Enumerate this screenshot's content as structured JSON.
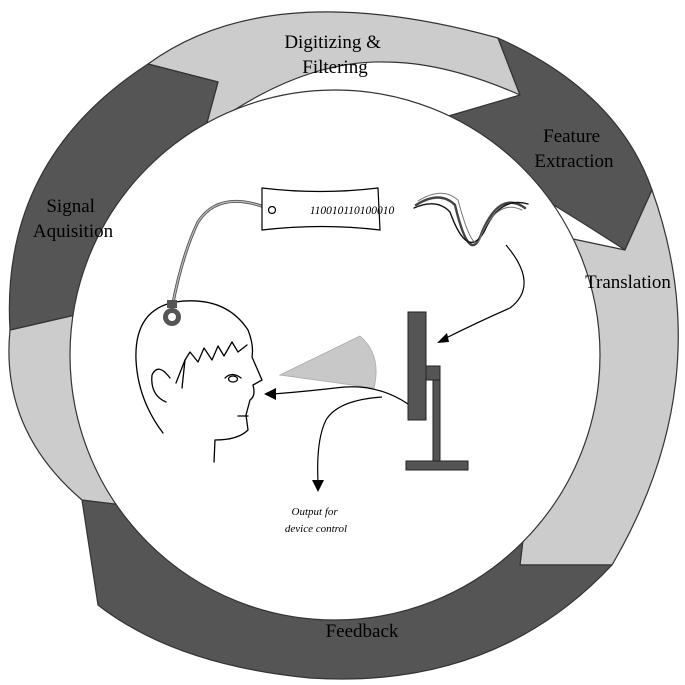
{
  "cycle": {
    "stages": [
      {
        "id": "signal-acquisition",
        "label_lines": [
          "Signal",
          "Aquisition"
        ],
        "color": "#555555"
      },
      {
        "id": "digitizing-filtering",
        "label_lines": [
          "Digitizing &",
          "Filtering"
        ],
        "color": "#cccccc"
      },
      {
        "id": "feature-extraction",
        "label_lines": [
          "Feature",
          "Extraction"
        ],
        "color": "#555555"
      },
      {
        "id": "translation",
        "label_lines": [
          "Translation"
        ],
        "color": "#cccccc"
      },
      {
        "id": "feedback",
        "label_lines": [
          "Feedback"
        ],
        "color": "#555555"
      }
    ],
    "return_arrow_color": "#cccccc"
  },
  "center": {
    "binary_code": "110010110100010",
    "output_label_lines": [
      "Output for",
      "device control"
    ]
  }
}
